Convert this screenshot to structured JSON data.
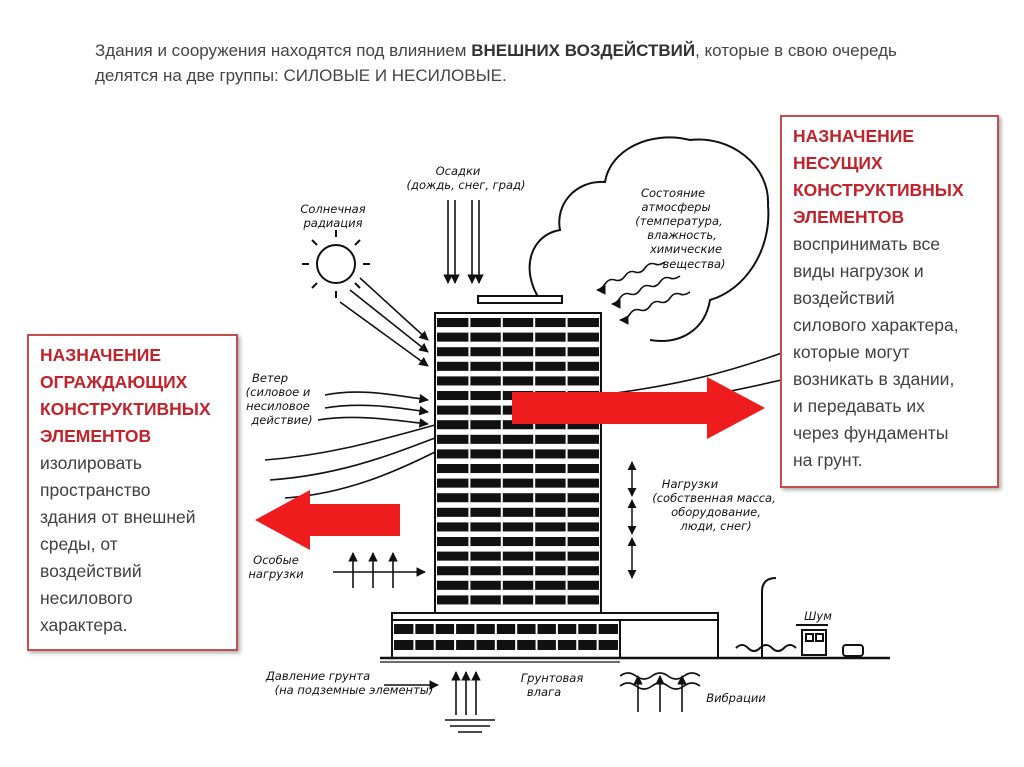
{
  "intro": {
    "part1": "Здания и сооружения находятся под влиянием ",
    "bold": "ВНЕШНИХ ВОЗДЕЙСТВИЙ",
    "part2": ", которые в свою очередь делятся на две группы: СИЛОВЫЕ И НЕСИЛОВЫЕ."
  },
  "right_box": {
    "heading_lines": [
      "НАЗНАЧЕНИЕ",
      "НЕСУЩИХ",
      "КОНСТРУКТИВНЫХ",
      "ЭЛЕМЕНТОВ"
    ],
    "body_lines": [
      "воспринимать все",
      "виды нагрузок и",
      "воздействий",
      "силового характера,",
      "которые могут",
      "возникать в здании,",
      "и передавать их",
      "через фундаменты",
      "на грунт."
    ]
  },
  "left_box": {
    "heading_lines": [
      "НАЗНАЧЕНИЕ",
      "ОГРАЖДАЮЩИХ",
      "КОНСТРУКТИВНЫХ",
      "ЭЛЕМЕНТОВ"
    ],
    "body_lines": [
      "изолировать",
      "пространство",
      "здания от внешней",
      "среды, от",
      "воздействий",
      "несилового",
      "характера."
    ]
  },
  "diagram_labels": {
    "osadki_1": "Осадки",
    "osadki_2": "(дождь, снег, град)",
    "sun_1": "Солнечная",
    "sun_2": "радиация",
    "atm_1": "Состояние",
    "atm_2": "атмосферы",
    "atm_3": "(температура,",
    "atm_4": "влажность,",
    "atm_5": "химические",
    "atm_6": "вещества)",
    "wind_1": "Ветер",
    "wind_2": "(силовое и",
    "wind_3": "несиловое",
    "wind_4": "действие)",
    "loads_1": "Нагрузки",
    "loads_2": "(собственная масса,",
    "loads_3": "оборудование,",
    "loads_4": "люди, снег)",
    "special_1": "Особые",
    "special_2": "нагрузки",
    "noise": "Шум",
    "soil_1": "Давление грунта",
    "soil_2": "(на подземные элементы)",
    "water_1": "Грунтовая",
    "water_2": "влага",
    "vibration": "Вибрации"
  },
  "colors": {
    "accent_red": "#ee1c1c",
    "box_border": "#c0504d",
    "heading_red": "#c0232a",
    "ink": "#111111"
  }
}
